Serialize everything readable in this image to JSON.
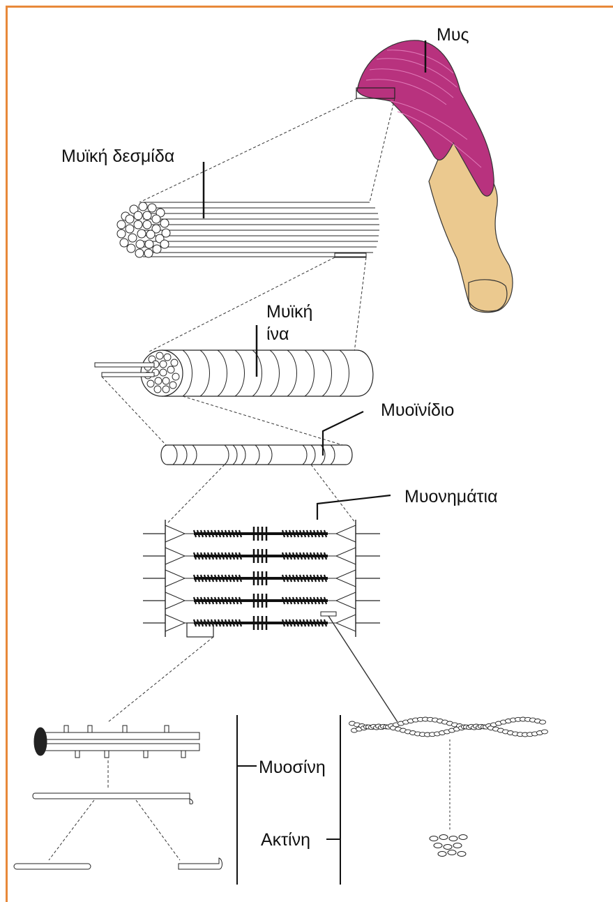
{
  "labels": {
    "muscle": "Μυς",
    "fascicle": "Μυϊκή δεσμίδα",
    "fiber_line1": "Μυϊκή",
    "fiber_line2": "ίνα",
    "myofibril": "Μυοϊνίδιο",
    "myofilaments": "Μυονημάτια",
    "myosin": "Μυοσίνη",
    "actin": "Ακτίνη"
  },
  "colors": {
    "frame": "#E8893A",
    "muscle": "#B8327E",
    "skin": "#EBC98F",
    "ink": "#111111"
  }
}
